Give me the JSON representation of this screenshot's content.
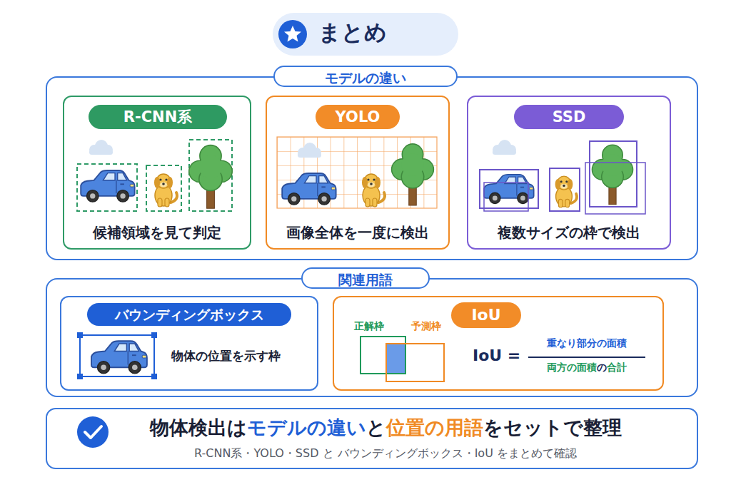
{
  "diagram": {
    "title": "まとめ",
    "nodes": [
      {
        "text": [
          "モデルの違い"
        ]
      },
      {
        "text": [
          "R-CNN系",
          "候補領域を見て判定"
        ],
        "in": 0
      },
      {
        "text": [
          "YOLO",
          "画像全体を一度に検出"
        ],
        "in": 0
      },
      {
        "text": [
          "SSD",
          "複数サイズの枠で検出"
        ],
        "in": 0
      },
      {
        "text": [
          "関連用語"
        ]
      },
      {
        "text": [
          "バウンディングボックス",
          "物体の位置を示す枠"
        ],
        "in": 4
      },
      {
        "text": [
          "IoU"
        ],
        "in": 4
      },
      {
        "text": [
          "物体検出はモデルの違いと位置の用語をセットで整理",
          "R-CNN系・YOLO・SSD と バウンディングボックス・IoU をまとめて確認"
        ]
      }
    ],
    "labels": [
      "正解枠",
      "予測枠",
      "IoU =",
      "重なり部分の面積",
      "両方の面積の合計"
    ]
  }
}
